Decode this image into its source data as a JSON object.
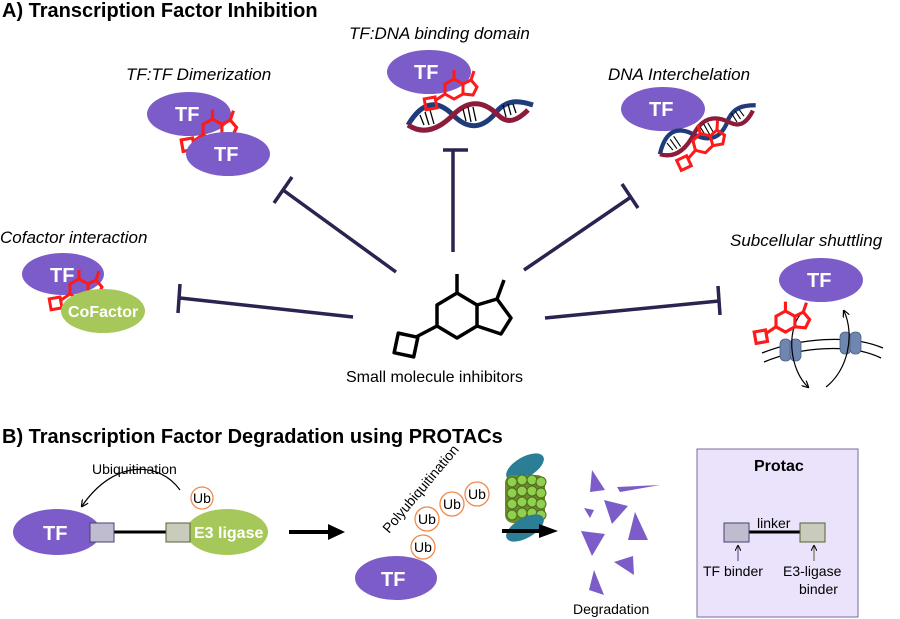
{
  "section_a": {
    "title": "A) Transcription Factor Inhibition",
    "center_label": "Small molecule inhibitors",
    "mechanisms": {
      "dimerization": "TF:TF Dimerization",
      "dna_binding": "TF:DNA binding domain",
      "interchelation": "DNA Interchelation",
      "cofactor": "Cofactor interaction",
      "shuttling": "Subcellular shuttling"
    },
    "tf_label": "TF",
    "cofactor_label": "CoFactor"
  },
  "section_b": {
    "title": "B) Transcription Factor Degradation using PROTACs",
    "tf_label": "TF",
    "e3_label": "E3 ligase",
    "ubiquitination_label": "Ubiquitination",
    "polyubiquitination_label": "Polyubiquitination",
    "ub_label": "Ub",
    "degradation_label": "Degradation",
    "protac_box": {
      "title": "Protac",
      "linker_label": "linker",
      "tf_binder_label": "TF binder",
      "e3_binder_label_line1": "E3-ligase",
      "e3_binder_label_line2": "binder"
    }
  },
  "colors": {
    "tf_purple": "#7b5cc8",
    "cofactor_green": "#a6c85a",
    "inhibitor_red": "#ff1a1a",
    "inhibition_line": "#2b2350",
    "ub_orange": "#f08a4b",
    "protac_box_bg": "#ebe3fb",
    "protac_box_border": "#7a6b9a"
  }
}
